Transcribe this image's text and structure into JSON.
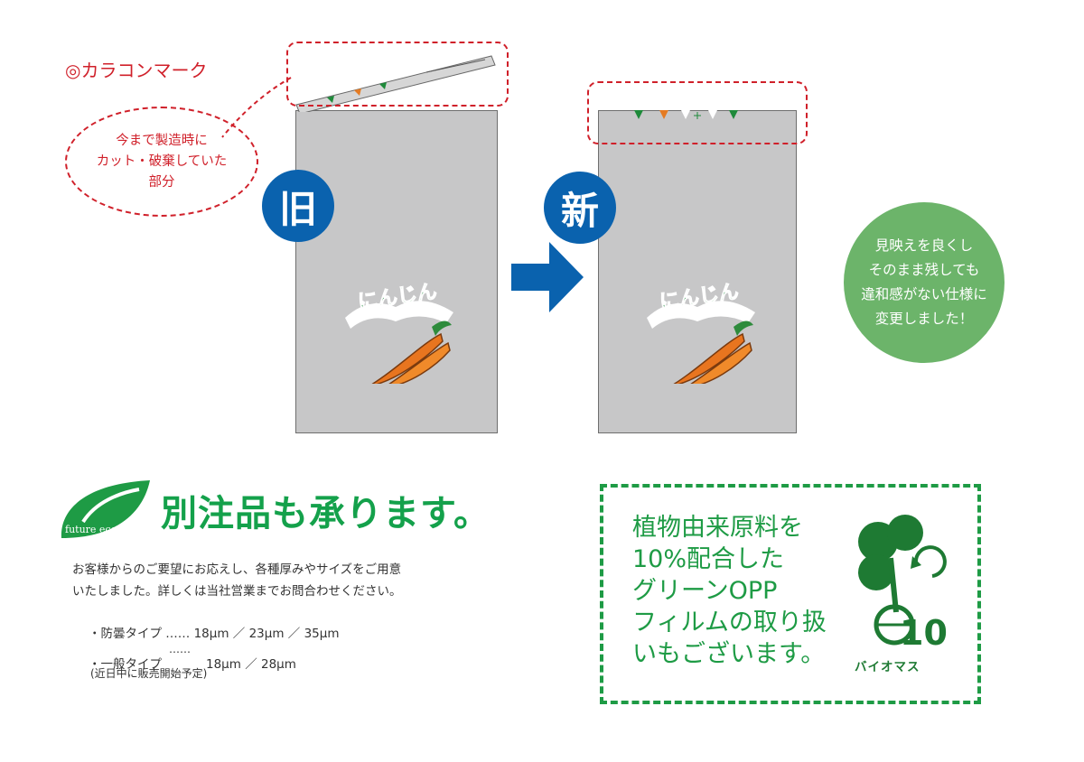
{
  "callouts": {
    "colorcon_label": "◎カラコンマーク",
    "cut_bubble_lines": [
      "今まで製造時に",
      "カット・破棄していた",
      "部分"
    ]
  },
  "badges": {
    "old": "旧",
    "new": "新"
  },
  "product": {
    "logo_text": "にんじん"
  },
  "green_circle_lines": [
    "見映えを良くし",
    "そのまま残しても",
    "違和感がない仕様に",
    "変更しました！"
  ],
  "custom": {
    "logo_text": "future eco",
    "title": "別注品も承ります。",
    "description_lines": [
      "お客様からのご要望にお応えし、各種厚みやサイズをご用意",
      "いたしました。詳しくは当社営業までお問合わせください。"
    ],
    "spec1": "・防曇タイプ …… 18μm ／ 23μm ／ 35μm",
    "spec2_name": "・一般タイプ",
    "spec2_dots": "……",
    "spec2_values": "18μm ／ 28μm",
    "spec2_note": "(近日中に販売開始予定)"
  },
  "biomass": {
    "text_lines": [
      "植物由来原料を",
      "10%配合した",
      "グリーンOPP",
      "フィルムの取り扱",
      "いもございます。"
    ],
    "mark_number": "10",
    "mark_label": "バイオマス"
  },
  "colors": {
    "red": "#d0202a",
    "blue": "#0a62ae",
    "green": "#1e9b45",
    "circle_green": "#6cb46a"
  }
}
